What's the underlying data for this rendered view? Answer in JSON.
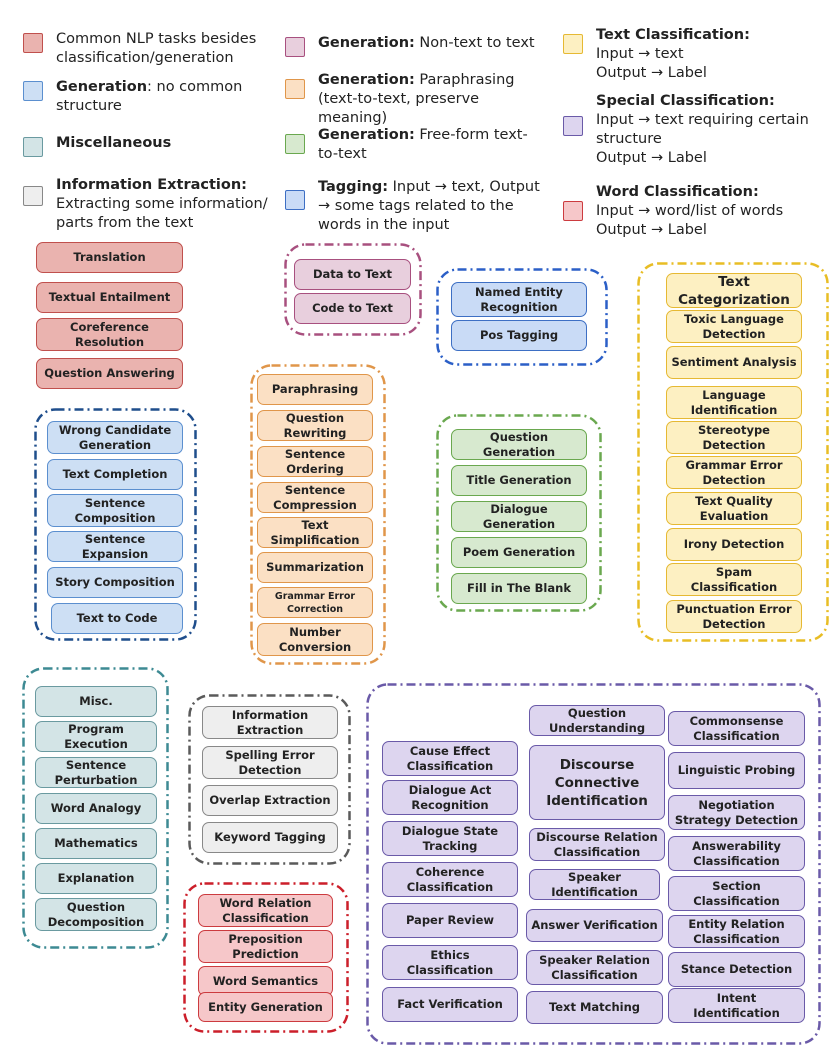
{
  "legend": {
    "red": {
      "text": "Common NLP tasks besides classification/generation"
    },
    "blue": {
      "bold": "Generation",
      "text": ": no common structure"
    },
    "teal": {
      "bold": "Miscellaneous",
      "text": ""
    },
    "gray": {
      "bold": "Information Extraction:",
      "text": " Extracting some information/ parts from the text"
    },
    "pink": {
      "bold": "Generation:",
      "text": " Non-text to text"
    },
    "orange": {
      "bold": "Generation:",
      "text": " Paraphrasing (text-to-text, preserve meaning)"
    },
    "green": {
      "bold": "Generation:",
      "text": " Free-form text-to-text"
    },
    "tag": {
      "bold": "Tagging:",
      "text": " Input → text, Output → some tags related to the words in the input"
    },
    "yellow": {
      "bold": "Text Classification:",
      "line1": "Input → text",
      "line2": "Output → Label"
    },
    "purple": {
      "bold": "Special Classification:",
      "line1": "Input → text requiring certain structure",
      "line2": "Output → Label"
    },
    "rose": {
      "bold": "Word Classification:",
      "line1": "Input → word/list of words",
      "line2": "Output → Label"
    }
  },
  "colors": {
    "red": "#c0504d",
    "blue": "#1f4e8c",
    "teal": "#3d8a93",
    "gray": "#5a5a5a",
    "pink": "#a8507f",
    "orange": "#e0964a",
    "green": "#6aa84f",
    "tag": "#2b5fc7",
    "yellow": "#e8bd25",
    "purple": "#6a5aa8",
    "rose": "#cc1f2a"
  },
  "tasks": {
    "red": [
      "Translation",
      "Textual Entailment",
      "Coreference Resolution",
      "Question Answering"
    ],
    "pink": [
      "Data to Text",
      "Code to Text"
    ],
    "tag": [
      "Named Entity Recognition",
      "Pos Tagging"
    ],
    "yellow_header": "Text Categorization",
    "yellow": [
      "Toxic Language Detection",
      "Sentiment Analysis",
      "Language Identification",
      "Stereotype Detection",
      "Grammar Error Detection",
      "Text Quality Evaluation",
      "Irony Detection",
      "Spam Classification",
      "Punctuation Error Detection"
    ],
    "blue": [
      "Wrong Candidate Generation",
      "Text Completion",
      "Sentence Composition",
      "Sentence Expansion",
      "Story Composition",
      "Text to Code"
    ],
    "orange": [
      "Paraphrasing",
      "Question Rewriting",
      "Sentence Ordering",
      "Sentence Compression",
      "Text Simplification",
      "Summarization",
      "Grammar Error Correction",
      "Number Conversion"
    ],
    "green": [
      "Question Generation",
      "Title Generation",
      "Dialogue Generation",
      "Poem Generation",
      "Fill in The Blank"
    ],
    "teal": [
      "Misc.",
      "Program Execution",
      "Sentence Perturbation",
      "Word Analogy",
      "Mathematics",
      "Explanation",
      "Question Decomposition"
    ],
    "gray": [
      "Information Extraction",
      "Spelling Error Detection",
      "Overlap Extraction",
      "Keyword Tagging"
    ],
    "rose": [
      "Word Relation Classification",
      "Preposition Prediction",
      "Word Semantics",
      "Entity Generation"
    ],
    "purple_left": [
      "Cause Effect Classification",
      "Dialogue Act Recognition",
      "Dialogue State Tracking",
      "Coherence Classification",
      "Paper Review",
      "Ethics Classification",
      "Fact Verification"
    ],
    "purple_mid": [
      "Question Understanding",
      "Discourse Connective Identification",
      "Discourse Relation Classification",
      "Speaker Identification",
      "Answer Verification",
      "Speaker Relation Classification",
      "Text Matching"
    ],
    "purple_right": [
      "Commonsense Classification",
      "Linguistic Probing",
      "Negotiation Strategy Detection",
      "Answerability Classification",
      "Section Classification",
      "Entity Relation Classification",
      "Stance Detection",
      "Intent Identification"
    ]
  }
}
